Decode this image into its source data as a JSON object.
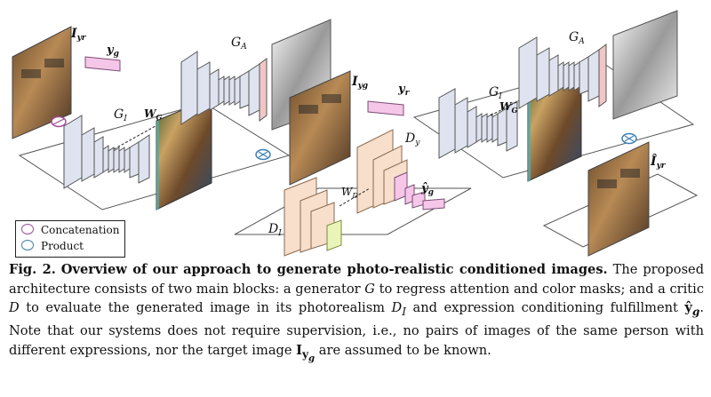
{
  "figure": {
    "labels": {
      "I_yr_top": "I",
      "I_yr_top_sub": "yr",
      "y_g_left": "y",
      "y_g_left_sub": "g",
      "G_A_left": "G",
      "G_A_left_sub": "A",
      "G_I_left": "G",
      "G_I_left_sub": "I",
      "W_G_left": "W",
      "W_G_left_sub": "G",
      "I_yg_mid": "I",
      "I_yg_mid_sub": "yg",
      "y_r_mid": "y",
      "y_r_mid_sub": "r",
      "D_y": "D",
      "D_y_sub": "y",
      "W_D": "W",
      "W_D_sub": "D",
      "D_I": "D",
      "D_I_sub": "I",
      "y_hat_g": "ŷ",
      "y_hat_g_sub": "g",
      "G_A_right": "G",
      "G_A_right_sub": "A",
      "G_I_right": "G",
      "G_I_right_sub": "I",
      "W_G_right": "W",
      "W_G_right_sub": "G",
      "I_hat_yr": "Î",
      "I_hat_yr_sub": "yr"
    },
    "legend": {
      "concatenation": "Concatenation",
      "product": "Product"
    },
    "colors": {
      "generator_blocks": "#dfe3f0",
      "critic_blocks": "#f7dfcc",
      "y_vectors": "#f5c6e8",
      "output_block": "#e9f5b8",
      "concat_symbol": "#a14a9a",
      "product_symbol": "#3d7fb5"
    }
  },
  "caption": {
    "fig_label": "Fig. 2.",
    "bold_title": "Overview of our approach to generate photo-realistic conditioned images.",
    "text_1": "The proposed architecture consists of two main blocks: a generator",
    "G": "G",
    "text_2": "to regress attention and color masks; and a critic",
    "D": "D",
    "text_3": "to evaluate the generated image in its photorealism",
    "D_I": "D",
    "D_I_sub": "I",
    "text_4": "and expression conditioning fulfillment",
    "y_hat": "ŷ",
    "y_hat_sub": "g",
    "text_5": ". Note that our systems does not require supervision, i.e., no pairs of images of the same person with different expressions, nor the target image",
    "I_yg": "I",
    "I_yg_sub": "y",
    "I_yg_subsub": "g",
    "text_6": "are assumed to be known."
  }
}
